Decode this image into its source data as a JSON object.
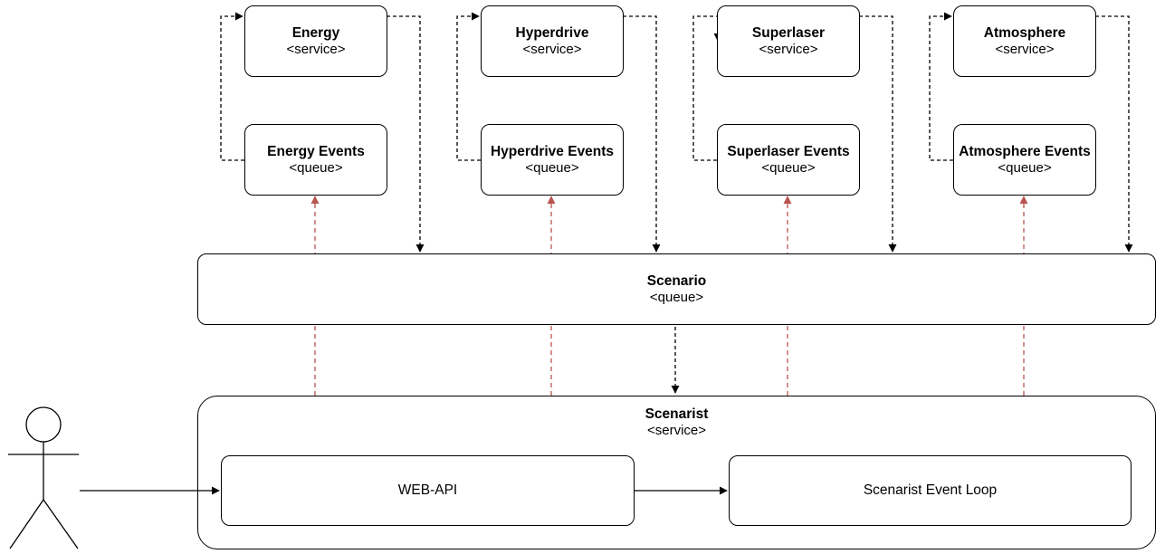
{
  "services": [
    {
      "name": "Energy",
      "stereotype": "<service>",
      "events": "Energy Events",
      "events_stereotype": "<queue>"
    },
    {
      "name": "Hyperdrive",
      "stereotype": "<service>",
      "events": "Hyperdrive Events",
      "events_stereotype": "<queue>"
    },
    {
      "name": "Superlaser",
      "stereotype": "<service>",
      "events": "Superlaser Events",
      "events_stereotype": "<queue>"
    },
    {
      "name": "Atmosphere",
      "stereotype": "<service>",
      "events": "Atmosphere Events",
      "events_stereotype": "<queue>"
    }
  ],
  "scenario": {
    "name": "Scenario",
    "stereotype": "<queue>"
  },
  "scenarist": {
    "name": "Scenarist",
    "stereotype": "<service>",
    "web_api": "WEB-API",
    "event_loop": "Scenarist Event Loop"
  },
  "colors": {
    "line": "#000000",
    "event_link": "#b85450"
  },
  "icons": {
    "actor": "stick-figure-actor-icon"
  }
}
